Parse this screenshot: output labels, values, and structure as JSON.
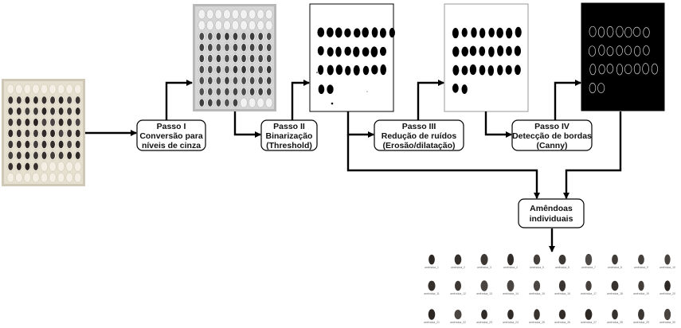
{
  "steps": [
    {
      "lines": [
        "Passo I",
        "Conversão para",
        "níveis de cinza"
      ]
    },
    {
      "lines": [
        "Passo II",
        "Binarização",
        "(Threshold)"
      ]
    },
    {
      "lines": [
        "Passo III",
        "Redução de ruídos",
        "(Erosão/dilatação)"
      ]
    },
    {
      "lines": [
        "Passo IV",
        "Detecção de bordas",
        "(Canny)"
      ]
    }
  ],
  "result": {
    "lines": [
      "Amêndoas",
      "individuais"
    ]
  },
  "crops": [
    "amêndoa_1",
    "amêndoa_2",
    "amêndoa_3",
    "amêndoa_4",
    "amêndoa_5",
    "amêndoa_6",
    "amêndoa_7",
    "amêndoa_8",
    "amêndoa_9",
    "amêndoa_10",
    "amêndoa_11",
    "amêndoa_12",
    "amêndoa_13",
    "amêndoa_14",
    "amêndoa_15",
    "amêndoa_16",
    "amêndoa_17",
    "amêndoa_18",
    "amêndoa_19",
    "amêndoa_20",
    "amêndoa_21",
    "amêndoa_22",
    "amêndoa_23",
    "amêndoa_24",
    "amêndoa_25",
    "amêndoa_26",
    "amêndoa_27",
    "amêndoa_28",
    "amêndoa_29",
    "amêndoa_30"
  ],
  "colors": {
    "line": "#000000",
    "box_stroke": "#000000",
    "almond_dark": "#2a2624",
    "tray": "#e8e3d6",
    "canny_bg": "#000000"
  }
}
